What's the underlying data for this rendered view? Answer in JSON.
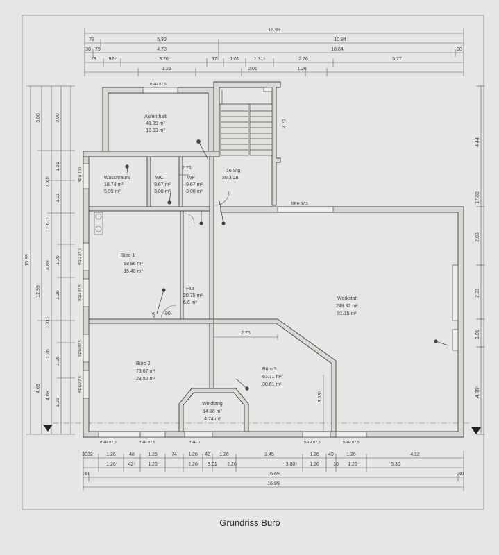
{
  "caption": "Grundriss Büro",
  "rooms": {
    "aufenthalt": {
      "name": "Aufenthalt",
      "area_m2": "41.39 m²",
      "perimeter": "13.33 m²"
    },
    "waschraum": {
      "name": "Waschraum",
      "area_m2": "18.74 m²",
      "perimeter": "5.99 m²"
    },
    "wc1": {
      "name": "WC",
      "area_m2": "9.67 m²",
      "perimeter": "3.00 m²"
    },
    "wc2": {
      "name": "WF",
      "area_m2": "9.67 m²",
      "perimeter": "3.00 m²"
    },
    "stair": {
      "name": "16 Stg",
      "detail": "20.3/28"
    },
    "buero1": {
      "name": "Büro 1",
      "area_m2": "59.86 m²",
      "perimeter": "15.48 m²"
    },
    "flur": {
      "name": "Flur",
      "area_m2": "20.75 m²",
      "perimeter": "6.6 m²"
    },
    "werkstatt": {
      "name": "Werkstatt",
      "area_m2": "249.32 m²",
      "perimeter": "81.15 m²"
    },
    "buero2": {
      "name": "Büro 2",
      "area_m2": "73.67 m²",
      "perimeter": "23.82 m²"
    },
    "buero3": {
      "name": "Büro 3",
      "area_m2": "63.71 m²",
      "perimeter": "30.61 m²"
    },
    "windfang": {
      "name": "Windfang",
      "area_m2": "14.86 m²",
      "perimeter": "4.74 m²"
    }
  },
  "dims_top": {
    "overall": "16.99",
    "row1": [
      "79",
      "5.30",
      "10.94"
    ],
    "row2": [
      "30",
      "79",
      "4.70",
      "10.84",
      "30"
    ],
    "row3": [
      "79",
      "92⁵",
      "3.76",
      "87⁵",
      "1.01",
      "1.31⁵",
      "2.76",
      "5.77"
    ],
    "row4": [
      "1.26",
      "2.01",
      "1.26"
    ]
  },
  "dims_bottom": {
    "row1": [
      "3032",
      "1.26",
      "48",
      "1.26",
      "74",
      "1.26",
      "49",
      "1.26",
      "2.45",
      "1.26",
      "49",
      "1.26",
      "4.12"
    ],
    "row2": [
      "1.26",
      "42⁵",
      "1.26",
      "2.26",
      "3.01",
      "2.26",
      "3.80⁵",
      "1.26",
      "10",
      "1.26",
      "5.30"
    ],
    "row3": [
      "30",
      "16.69",
      "30"
    ],
    "overall": "16.99"
  },
  "dims_left": {
    "outer": [
      "15.99",
      "12.99",
      "4.69"
    ],
    "mid": [
      "3.00",
      "2.30⁵",
      "1.61⁵",
      "4.69",
      "1.31⁵",
      "1.26",
      "4.69"
    ],
    "inner": [
      "3.00",
      "1.61",
      "1.01",
      "1.26",
      "1.26",
      "1.26",
      "1.26"
    ]
  },
  "dims_right": [
    "4.44",
    "17.89",
    "2.03",
    "2.01",
    "1.01",
    "4.06⁵"
  ],
  "inner_dims": {
    "corridor_top": "2.76",
    "stair_h": "2.76",
    "buero3_top": "2.75",
    "buero3_side": "3.03⁵",
    "flur_door": "90",
    "flur_small": "48"
  },
  "windows": {
    "w_aufenthalt": "BRH 87,5",
    "w_werkstatt_top": "BRH 87,5",
    "w_left_1": "BRH 150",
    "w_left_2": "BRH 87,5",
    "w_left_3": "BRH 87,5",
    "w_left_4": "BRH 87,5",
    "w_left_5": "BRH 87,5",
    "w_bottom_1": "BRH 87,5",
    "w_bottom_2": "BRH 87,5",
    "w_bottom_3": "BRH 0",
    "w_bottom_4": "BRH 87,5",
    "w_bottom_5": "BRH 87,5"
  },
  "colors": {
    "paper": "#e6e7e4",
    "wall": "#d9d9d6",
    "line": "#555555"
  }
}
